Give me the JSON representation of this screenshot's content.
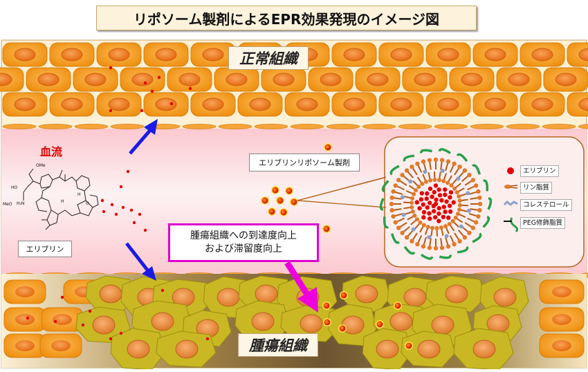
{
  "title": "リポソーム製剤によるEPR効果発現のイメージ図",
  "normal_tissue_label": "正常組織",
  "tumor_tissue_label": "腫瘍組織",
  "blood_flow_label": "血流",
  "eribulin_label": "エリブリン",
  "liposome_label": "エリブリンリポソーム製剤",
  "callout": {
    "line1": "腫瘍組織への到達度向上",
    "line2": "および滞留度向上"
  },
  "legend": [
    {
      "icon": "red-dot-icon",
      "label": "エリブリン"
    },
    {
      "icon": "phospholipid-icon",
      "label": "リン脂質"
    },
    {
      "icon": "cholesterol-icon",
      "label": "コレステロール"
    },
    {
      "icon": "peg-lipid-icon",
      "label": "PEG修飾脂質"
    }
  ],
  "molecule_text": {
    "ome": "OMe",
    "ho": "HO",
    "h2n": "H₂N",
    "meo": "MeO",
    "h1": "H",
    "h2": "H",
    "o": "O"
  },
  "colors": {
    "cell_orange": "#f7a21d",
    "cell_nucleus": "#f07a17",
    "tumor_cell": "#c9b823",
    "tumor_nucleus": "#f0903c",
    "vessel_pink": "#fbe0e2",
    "arrow_blue": "#1a1ae6",
    "arrow_magenta": "#ee00dd",
    "drug_red": "#e30000"
  }
}
